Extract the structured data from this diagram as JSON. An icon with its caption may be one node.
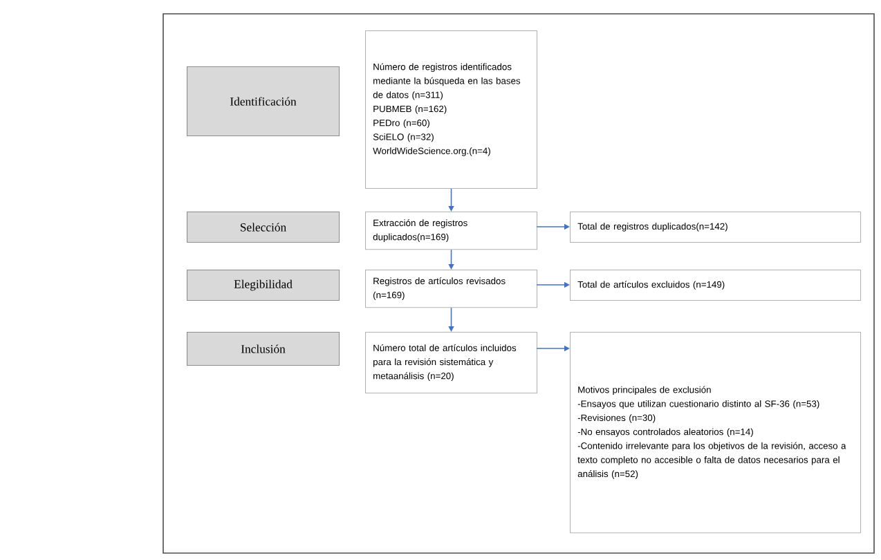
{
  "diagram": {
    "nodes": [
      {
        "text": [
          "Identificación"
        ]
      },
      {
        "text": [
          "Número de registros identificados mediante la búsqueda en las bases de datos (n=311)",
          "PUBMEB (n=162)",
          "PEDro (n=60)",
          "SciELO (n=32)",
          "WorldWideScience.org.(n=4)"
        ]
      },
      {
        "text": [
          "Selección"
        ]
      },
      {
        "text": [
          "Extracción de registros duplicados(n=169)"
        ]
      },
      {
        "text": [
          "Total de registros duplicados(n=142)"
        ]
      },
      {
        "text": [
          "Elegibilidad"
        ]
      },
      {
        "text": [
          "Registros de artículos revisados (n=169)"
        ]
      },
      {
        "text": [
          "Total de artículos excluidos (n=149)"
        ]
      },
      {
        "text": [
          "Inclusión"
        ]
      },
      {
        "text": [
          "Número total de artículos incluidos para la revisión sistemática y metaanálisis (n=20)"
        ]
      },
      {
        "text": [
          "Motivos principales de exclusión",
          "-Ensayos que utilizan cuestionario distinto al SF-36  (n=53)",
          "-Revisiones (n=30)",
          "-No ensayos controlados aleatorios (n=14)",
          "-Contenido irrelevante para los objetivos de la revisión, acceso a texto completo no accesible o falta de datos necesarios para el análisis (n=52)"
        ]
      }
    ],
    "edges": [
      {
        "from": 1,
        "to": 3,
        "arrow": "to"
      },
      {
        "from": 3,
        "to": 6,
        "arrow": "to"
      },
      {
        "from": 6,
        "to": 9,
        "arrow": "to"
      },
      {
        "from": 3,
        "to": 4,
        "arrow": "to"
      },
      {
        "from": 6,
        "to": 7,
        "arrow": "to"
      },
      {
        "from": 9,
        "to": 10,
        "arrow": "to"
      }
    ]
  }
}
